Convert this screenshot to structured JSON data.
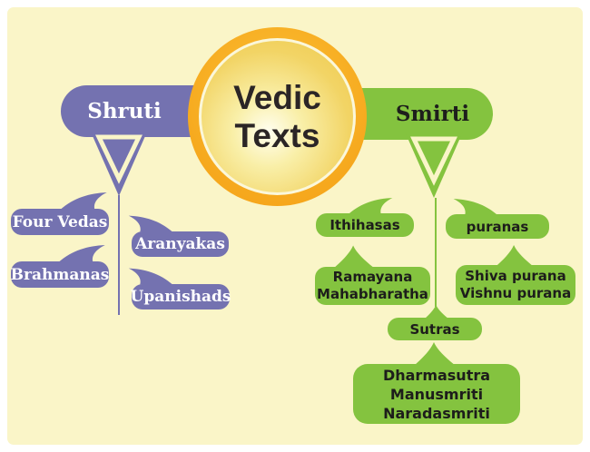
{
  "title": {
    "line1": "Vedic",
    "line2": "Texts"
  },
  "colors": {
    "background": "#FAF5C8",
    "purple": "#7472B0",
    "green": "#84C33F",
    "circle_ring": "#F6A81D",
    "circle_fill": "#F0CE58",
    "title_text": "#2B2526",
    "green_text": "#1D1D1B",
    "purple_text": "#FFFFFF"
  },
  "shruti": {
    "label": "Shruti",
    "children": {
      "four_vedas": "Four Vedas",
      "aranyakas": "Aranyakas",
      "brahmanas": "Brahmanas",
      "upanishads": "Upanishads"
    }
  },
  "smirti": {
    "label": "Smirti",
    "ithihasas": {
      "label": "Ithihasas",
      "lines": [
        "Ramayana",
        "Mahabharatha"
      ]
    },
    "puranas": {
      "label": "puranas",
      "lines": [
        "Shiva purana",
        "Vishnu purana"
      ]
    },
    "sutras": {
      "label": "Sutras",
      "lines": [
        "Dharmasutra",
        "Manusmriti",
        "Naradasmriti"
      ]
    }
  }
}
